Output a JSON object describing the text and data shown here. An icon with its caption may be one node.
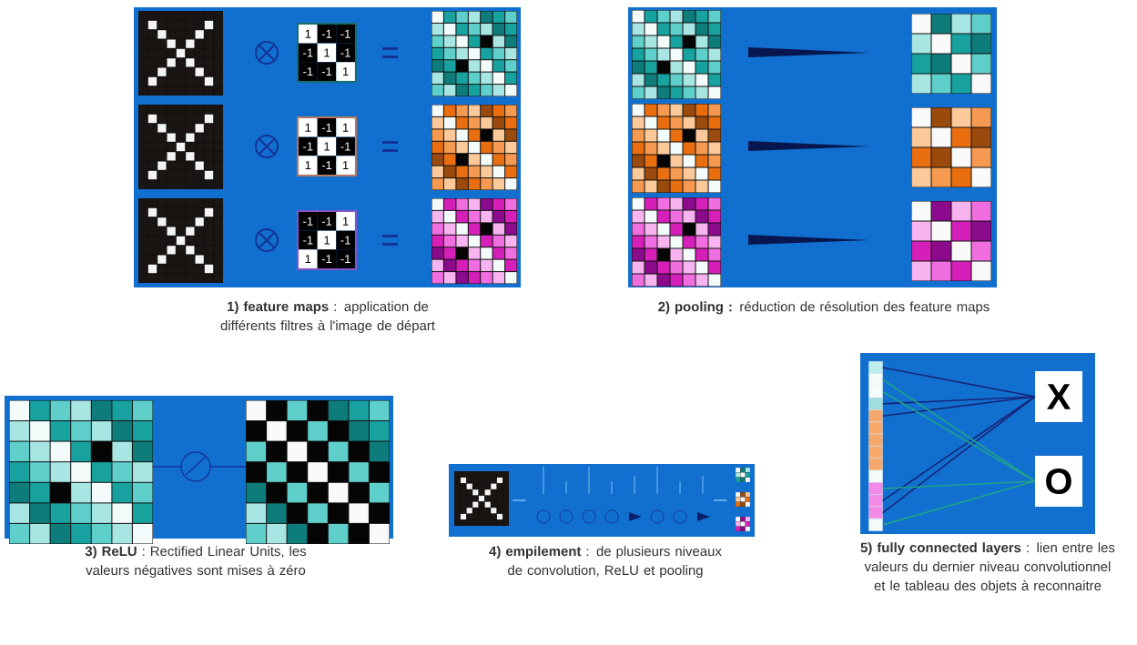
{
  "diagram": {
    "nodes": [
      {
        "text": [],
        "shape": "box"
      },
      {
        "text": [],
        "shape": "box"
      },
      {
        "text": [],
        "shape": "box"
      },
      {
        "text": [],
        "shape": "box"
      },
      {
        "text": [],
        "shape": "box"
      },
      {
        "text": [],
        "shape": "box"
      },
      {
        "text": [],
        "shape": "box"
      },
      {
        "text": [],
        "shape": "box"
      },
      {
        "text": [],
        "shape": "box"
      },
      {
        "text": [],
        "shape": "box"
      },
      {
        "text": [],
        "shape": "box"
      },
      {
        "text": [],
        "shape": "box"
      },
      {
        "text": [],
        "shape": "box"
      },
      {
        "text": [],
        "shape": "box"
      },
      {
        "text": [
          "X"
        ]
      },
      {
        "text": [
          "O"
        ]
      }
    ],
    "edges": [
      {
        "from": 0,
        "to": 14,
        "arrow": "none"
      },
      {
        "from": 3,
        "to": 14,
        "arrow": "none"
      },
      {
        "from": 4,
        "to": 14,
        "arrow": "none"
      },
      {
        "from": 11,
        "to": 14,
        "arrow": "none"
      },
      {
        "from": 12,
        "to": 14,
        "arrow": "none"
      },
      {
        "from": 1,
        "to": 15,
        "arrow": "none",
        "color": "#1fa38a"
      },
      {
        "from": 2,
        "to": 15,
        "arrow": "none",
        "color": "#1fa38a"
      },
      {
        "from": 10,
        "to": 15,
        "arrow": "none",
        "color": "#1fa38a"
      },
      {
        "from": 13,
        "to": 15,
        "arrow": "none",
        "color": "#1fa38a"
      }
    ],
    "labels": [
      "1",
      "-1",
      "-1",
      "-1",
      "1",
      "-1",
      "-1",
      "-1",
      "1",
      "1",
      "-1",
      "1",
      "-1",
      "1",
      "-1",
      "1",
      "-1",
      "1",
      "-1",
      "-1",
      "1",
      "-1",
      "1",
      "-1",
      "1",
      "-1",
      "-1",
      "**1) feature maps** : application de différents filtres à l'image de départ",
      "**2) pooling :** réduction de résolution des feature maps",
      "**3) ReLU** : Rectified Linear Units, les valeurs négatives sont mises à zéro",
      "**4) empilement** : de plusieurs niveaux de convolution, ReLU et pooling",
      "**5) fully connected layers** : lien entre les valeurs du dernier niveau convolutionnel et le tableau des objets à reconnaitre"
    ]
  }
}
